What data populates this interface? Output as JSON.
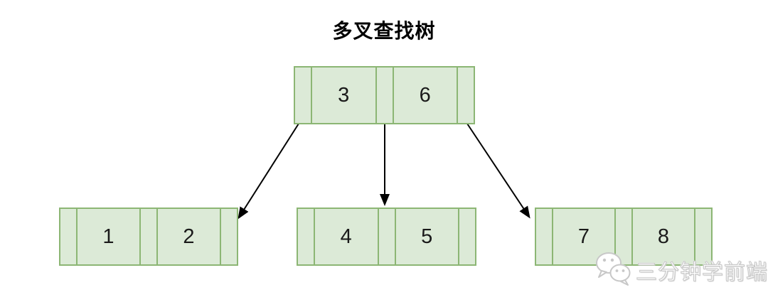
{
  "title": "多叉查找树",
  "nodes": {
    "root": {
      "keys": [
        "3",
        "6"
      ]
    },
    "left": {
      "keys": [
        "1",
        "2"
      ]
    },
    "middle": {
      "keys": [
        "4",
        "5"
      ]
    },
    "right": {
      "keys": [
        "7",
        "8"
      ]
    }
  },
  "edges": [
    {
      "from": "root-pointer-0",
      "to": "left-node"
    },
    {
      "from": "root-pointer-1",
      "to": "middle-node"
    },
    {
      "from": "root-pointer-2",
      "to": "right-node"
    }
  ],
  "watermark": {
    "text": "三分钟学前端",
    "icon": "wechat-icon"
  },
  "colors": {
    "node_fill": "#dcead7",
    "node_border": "#8cb674",
    "arrow": "#000000",
    "title": "#000000",
    "watermark_text": "#ffffff",
    "watermark_outline": "#c8c8c8",
    "background": "#ffffff"
  }
}
